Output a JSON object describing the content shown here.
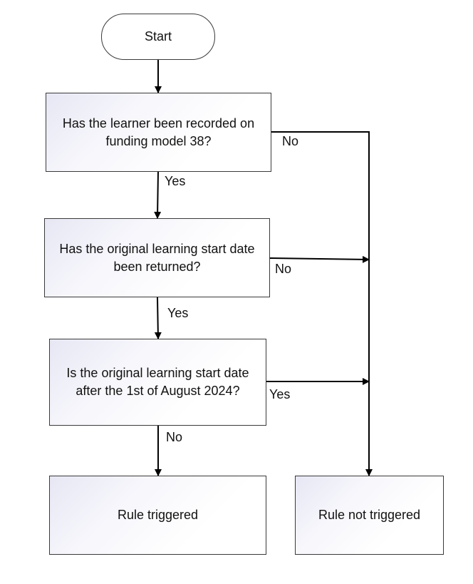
{
  "nodes": {
    "start": "Start",
    "q1": "Has the learner been recorded on funding model 38?",
    "q2": "Has the original learning start date been returned?",
    "q3": "Is the original learning start date after the 1st of August 2024?",
    "rule_triggered": "Rule triggered",
    "rule_not_triggered": "Rule not triggered"
  },
  "edges": {
    "q1_yes": "Yes",
    "q1_no": "No",
    "q2_yes": "Yes",
    "q2_no": "No",
    "q3_yes": "Yes",
    "q3_no": "No"
  },
  "colors": {
    "line": "#000000",
    "border": "#3a3a3a",
    "fill_tint": "#e7e7f4"
  }
}
